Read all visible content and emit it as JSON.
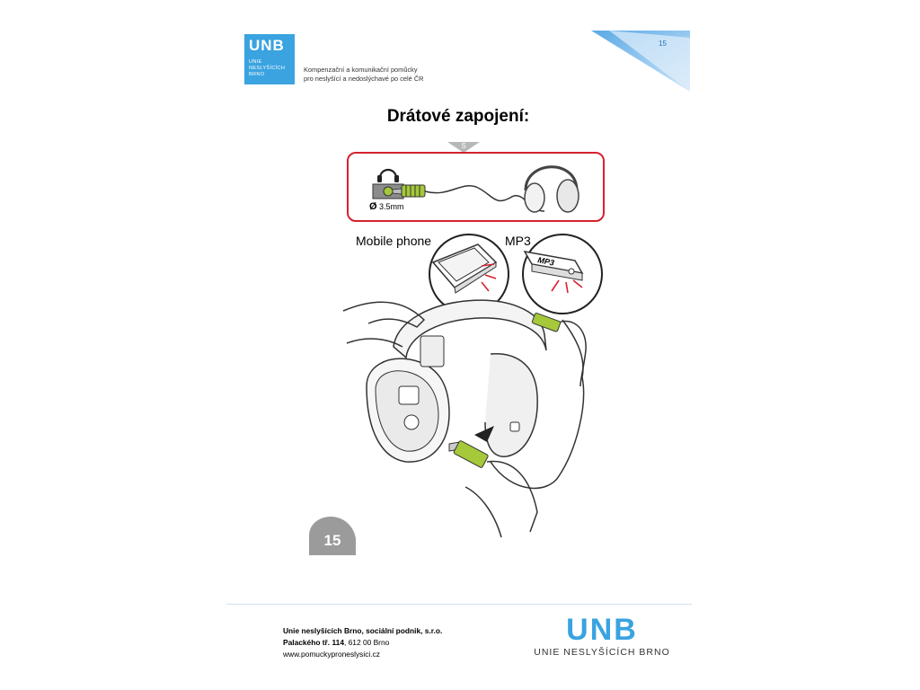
{
  "header": {
    "logo_mono": "UNB",
    "logo_subtitle": [
      "UNIE",
      "NESLYŠÍCÍCH",
      "BRNO"
    ],
    "tagline": [
      "Kompenzační a komunikační pomůcky",
      "pro neslyšící a nedoslýchavé po celé ČR"
    ],
    "page_number": "15"
  },
  "heading": "Drátové zapojení:",
  "illustration": {
    "tab_label": "S",
    "jack_label": "3.5mm",
    "diameter_symbol": "Ø",
    "label_mobile": "Mobile phone",
    "label_mp3": "MP3",
    "mp3_device_text": "MP3",
    "step_badge": "15",
    "colors": {
      "panel_border": "#d6222e",
      "jack_green": "#a5c93a",
      "line": "#333333",
      "badge_grey": "#9b9b9b"
    }
  },
  "footer": {
    "company": "Unie neslyšících Brno, sociální podnik, s.r.o.",
    "street": "Palackého tř. 114",
    "city": ", 612 00 Brno",
    "web": "www.pomuckyproneslysici.cz",
    "logo_mono": "UNB",
    "logo_caption": "UNIE NESLYŠÍCÍCH BRNO"
  }
}
